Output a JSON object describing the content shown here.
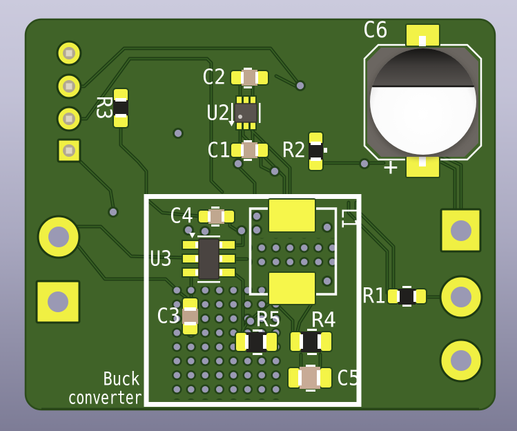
{
  "silkscreen": {
    "board_title_line1": "Buck",
    "board_title_line2": "converter",
    "polarity_mark": "+",
    "refs": {
      "C1": "C1",
      "C2": "C2",
      "C3": "C3",
      "C4": "C4",
      "C5": "C5",
      "C6": "C6",
      "L1": "L1",
      "R1": "R1",
      "R2": "R2",
      "R3": "R3",
      "R4": "R4",
      "R5": "R5",
      "U2": "U2",
      "U3": "U3"
    }
  },
  "colors": {
    "background_top": "#cbcadd",
    "background_bottom": "#7d7c96",
    "board_green": "#406328",
    "trace_dark_green": "#1f3e15",
    "pad_yellow": "#f0f043",
    "silkscreen_white": "#ffffff",
    "via_hole_lavender": "#9a99b4",
    "through_hole_plating_tan": "#b2a88f",
    "capacitor_body_tan": "#c0a78f",
    "resistor_body_black": "#22211f",
    "ic_body_gray": "#4a4441",
    "c6_plate_gray": "#6b6661",
    "c6_can_white": "#fbfbfb",
    "c6_can_dark": "#4c4845"
  }
}
